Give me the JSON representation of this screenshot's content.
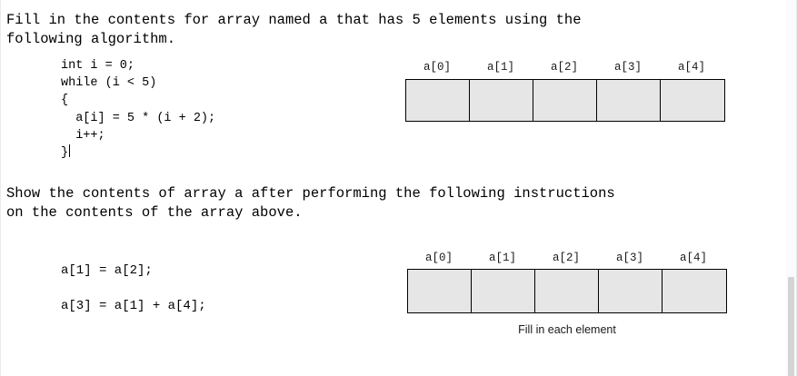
{
  "worksheet": {
    "intro_text": "Fill in the contents for array named a that has 5 elements using the\nfollowing algorithm.",
    "algorithm_code": "int i = 0;\nwhile (i < 5)\n{\n  a[i] = 5 * (i + 2);\n  i++;\n}",
    "show_text": "Show the contents of array a after performing the following instructions\non the contents of the array above.",
    "instructions": [
      "a[1] = a[2];",
      "a[3] = a[1] + a[4];"
    ]
  },
  "array_table_1": {
    "headers": [
      "a[0]",
      "a[1]",
      "a[2]",
      "a[3]",
      "a[4]"
    ],
    "values": [
      "",
      "",
      "",
      "",
      ""
    ]
  },
  "array_table_2": {
    "headers": [
      "a[0]",
      "a[1]",
      "a[2]",
      "a[3]",
      "a[4]"
    ],
    "values": [
      "",
      "",
      "",
      "",
      ""
    ],
    "caption": "Fill in each element"
  },
  "colors": {
    "cell_fill": "#e6e6e6",
    "border": "#000000",
    "text": "#000000",
    "scroll_thumb": "#d4d4d4"
  }
}
